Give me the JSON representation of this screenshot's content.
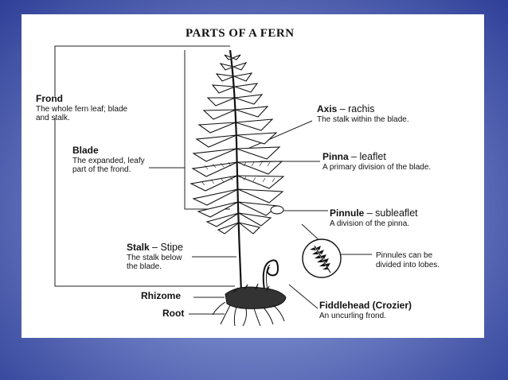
{
  "title": "Parts of a Fern",
  "labels": {
    "frond": {
      "term": "Frond",
      "desc": "The whole fern leaf; blade and stalk."
    },
    "blade": {
      "term": "Blade",
      "desc": "The expanded, leafy part of the frond."
    },
    "stalk": {
      "term": "Stalk",
      "alt": "– Stipe",
      "desc": "The stalk below the blade."
    },
    "rhizome": {
      "term": "Rhizome"
    },
    "root": {
      "term": "Root"
    },
    "axis": {
      "term": "Axis",
      "alt": "– rachis",
      "desc": "The stalk within the blade."
    },
    "pinna": {
      "term": "Pinna",
      "alt": "– leaflet",
      "desc": "A primary division of the blade."
    },
    "pinnule": {
      "term": "Pinnule",
      "alt": "– subleaflet",
      "desc": "A division of the pinna."
    },
    "pinnule_lobes": {
      "desc": "Pinnules can be divided into lobes."
    },
    "fiddlehead": {
      "term": "Fiddlehead (Crozier)",
      "desc": "An uncurling frond."
    }
  }
}
